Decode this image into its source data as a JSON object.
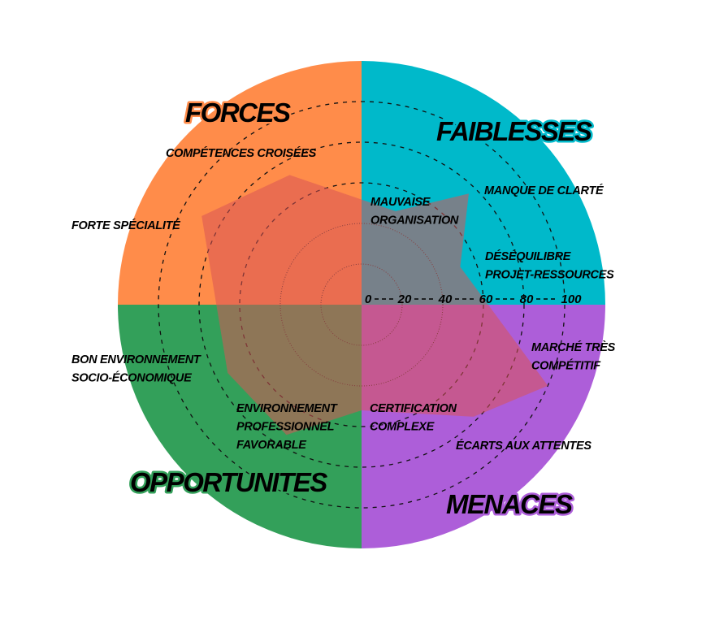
{
  "chart_data": {
    "type": "radar",
    "title": "",
    "quadrants": [
      {
        "name": "FORCES",
        "color": "#FF8C4A"
      },
      {
        "name": "FAIBLESSES",
        "color": "#00B9CA"
      },
      {
        "name": "MENACES",
        "color": "#AD5ED9"
      },
      {
        "name": "OPPORTUNITES",
        "color": "#33A05A"
      }
    ],
    "axes": [
      {
        "label": [
          "COMPÉTENCES CROISÉES"
        ],
        "quadrant": "FORCES",
        "value": 73
      },
      {
        "label": [
          "MAUVAISE",
          "ORGANISATION"
        ],
        "quadrant": "FAIBLESSES",
        "value": 49
      },
      {
        "label": [
          "MANQUE DE CLARTÉ"
        ],
        "quadrant": "FAIBLESSES",
        "value": 76
      },
      {
        "label": [
          "DÉSÉQUILIBRE",
          "PROJET-RESSOURCES"
        ],
        "quadrant": "FAIBLESSES",
        "value": 52
      },
      {
        "label": [
          "MARCHÉ TRÈS",
          "COMPÉTITIF"
        ],
        "quadrant": "MENACES",
        "value": 100
      },
      {
        "label": [
          "ÉCARTS AUX ATTENTES"
        ],
        "quadrant": "MENACES",
        "value": 78
      },
      {
        "label": [
          "CERTIFICATION",
          "COMPLEXE"
        ],
        "quadrant": "MENACES",
        "value": 52
      },
      {
        "label": [
          "ENVIRONNEMENT",
          "PROFESSIONNEL",
          "FAVORABLE"
        ],
        "quadrant": "OPPORTUNITES",
        "value": 74
      },
      {
        "label": [
          "BON ENVIRONNEMENT",
          "SOCIO-ÉCONOMIQUE"
        ],
        "quadrant": "OPPORTUNITES",
        "value": 74
      },
      {
        "label": [
          "FORTE SPÉCIALITÉ"
        ],
        "quadrant": "FORCES",
        "value": 90
      }
    ],
    "scale_ticks": [
      "0",
      "20",
      "40",
      "60",
      "80",
      "100"
    ],
    "range": [
      0,
      100
    ],
    "polygon_color": "#D85456",
    "grid": true
  }
}
